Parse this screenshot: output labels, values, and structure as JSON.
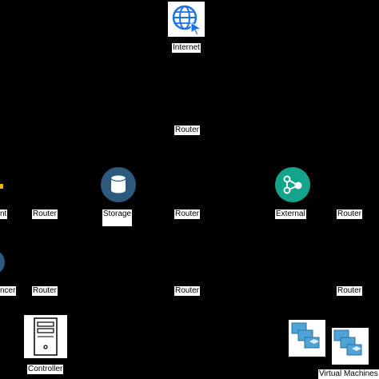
{
  "nodes": {
    "internet": {
      "label": "Internet",
      "icon": "globe-cursor-icon",
      "color": "#1a73e8"
    },
    "storage": {
      "label": "Storage",
      "icon": "database-icon",
      "color": "#2b5a7e"
    },
    "external": {
      "label": "External",
      "icon": "share-network-icon",
      "color": "#14a38b"
    },
    "controller": {
      "label": "Controller",
      "icon": "server-tower-icon"
    },
    "virtual_machines": {
      "label": "Virtual Machines",
      "icon": "virtual-machines-icon",
      "color": "#4ea3d9"
    },
    "left_top": {
      "label": "nt",
      "icon": "key-icon",
      "color": "#f2b705"
    },
    "left_bottom": {
      "label": "ncer",
      "icon": "load-balancer-icon",
      "color": "#2b5a7e"
    }
  },
  "routers": [
    {
      "label": "Router"
    },
    {
      "label": "Router"
    },
    {
      "label": "Router"
    },
    {
      "label": "Router"
    },
    {
      "label": "Router"
    },
    {
      "label": "Router"
    },
    {
      "label": "Router"
    }
  ]
}
